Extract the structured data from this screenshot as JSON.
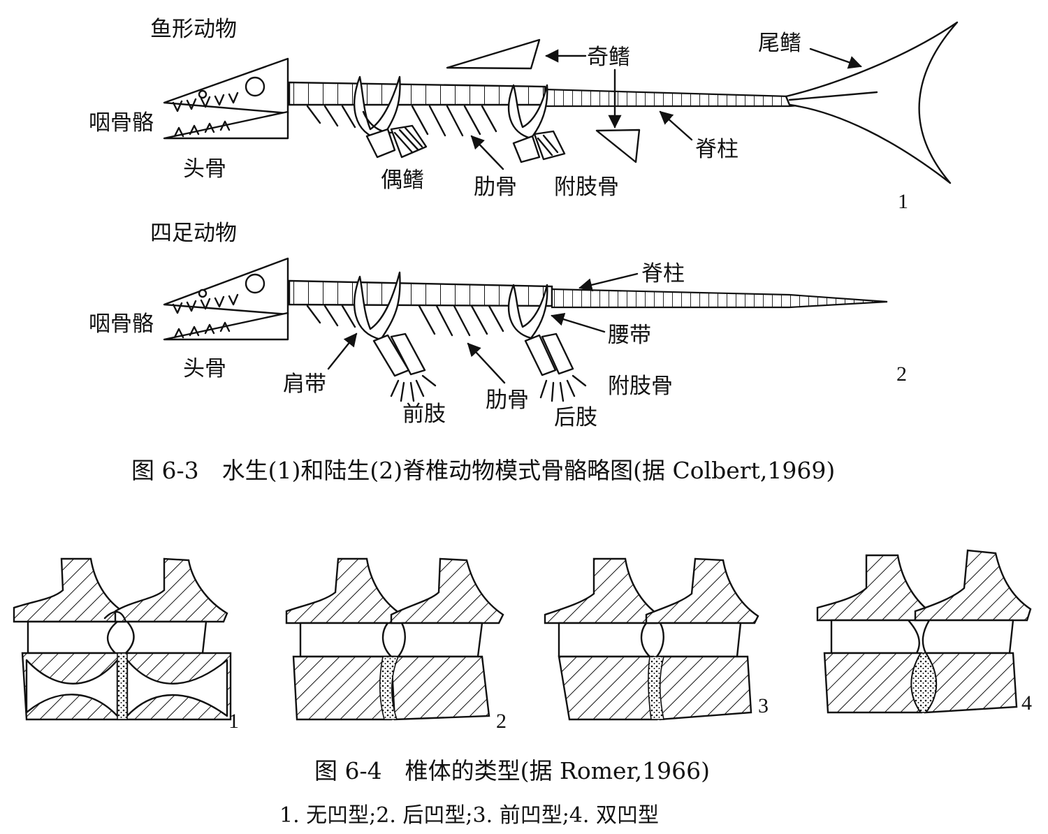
{
  "fig1": {
    "panel1": {
      "title": "鱼形动物",
      "labels": {
        "pharyngeal": "咽骨骼",
        "skull": "头骨",
        "paired_fins": "偶鳍",
        "ribs": "肋骨",
        "limb_bones": "附肢骨",
        "median_fins": "奇鳍",
        "spine": "脊柱",
        "tail_fin": "尾鳍"
      },
      "number": "1"
    },
    "panel2": {
      "title": "四足动物",
      "labels": {
        "pharyngeal": "咽骨骼",
        "skull": "头骨",
        "shoulder_girdle": "肩带",
        "forelimb": "前肢",
        "ribs": "肋骨",
        "hindlimb": "后肢",
        "limb_bones": "附肢骨",
        "pelvic_girdle": "腰带",
        "spine": "脊柱"
      },
      "number": "2"
    },
    "caption": "图 6-3　水生(1)和陆生(2)脊椎动物模式骨骼略图(据 Colbert,1969)"
  },
  "fig2": {
    "numbers": [
      "1",
      "2",
      "3",
      "4"
    ],
    "caption": "图 6-4　椎体的类型(据 Romer,1966)",
    "subcaption": "1. 无凹型;2. 后凹型;3. 前凹型;4. 双凹型"
  }
}
